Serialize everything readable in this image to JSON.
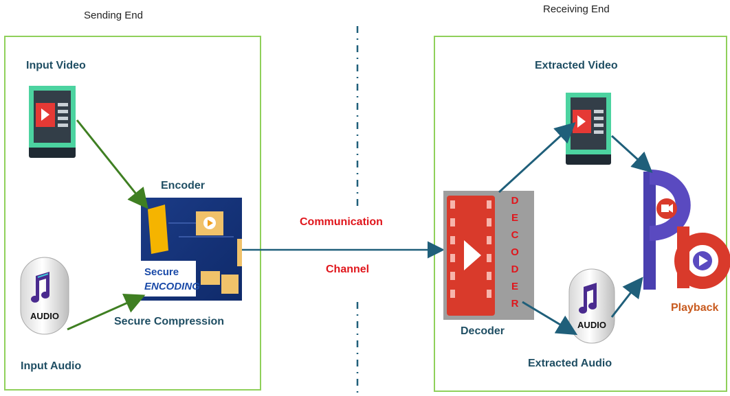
{
  "sending": {
    "title": "Sending End",
    "input_video": "Input Video",
    "input_audio": "Input Audio",
    "encoder": "Encoder",
    "secure_compression": "Secure Compression",
    "encoder_image_text": {
      "line1": "Secure",
      "line2": "ENCODING"
    },
    "audio_badge": "AUDIO"
  },
  "channel": {
    "line1": "Communication",
    "line2": "Channel"
  },
  "receiving": {
    "title": "Receiving End",
    "extracted_video": "Extracted Video",
    "extracted_audio": "Extracted Audio",
    "decoder": "Decoder",
    "decoder_letters": [
      "D",
      "E",
      "C",
      "O",
      "D",
      "E",
      "R"
    ],
    "playback": "Playback",
    "audio_badge": "AUDIO"
  },
  "colors": {
    "panel_border": "#8fd05a",
    "green_arrow": "#3f7f22",
    "blue_arrow": "#1f5f7a",
    "label_blue": "#1f4e63",
    "label_red": "#e0161c",
    "label_orange": "#c85a1e"
  }
}
